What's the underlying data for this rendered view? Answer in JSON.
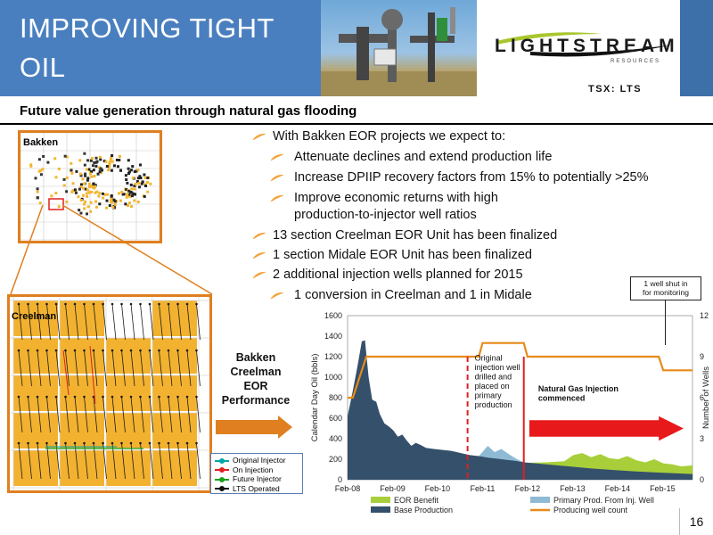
{
  "header": {
    "title_line1": "IMPROVING TIGHT OIL",
    "title_line2": "RECOVERIES",
    "logo_text": "LIGHTSTREAM",
    "logo_sub": "RESOURCES",
    "ticker": "TSX: LTS"
  },
  "subtitle": "Future value generation through natural gas flooding",
  "maps": {
    "bakken_label": "Bakken",
    "creelman_label": "Creelman",
    "legend": [
      {
        "label": "Original Injector",
        "color": "#00a6a6"
      },
      {
        "label": "On Injection",
        "color": "#e02020"
      },
      {
        "label": "Future Injector",
        "color": "#1aa11a"
      },
      {
        "label": "LTS Operated",
        "color": "#111111"
      }
    ]
  },
  "bullets": [
    {
      "text": "With Bakken EOR projects we expect to:",
      "level": 1
    },
    {
      "text": "Attenuate declines and extend production life",
      "level": 2
    },
    {
      "text": "Increase DPIIP recovery factors from 15% to potentially >25%",
      "level": 2
    },
    {
      "text": "Improve economic returns with high",
      "level": 2
    },
    {
      "text": "production-to-injector well ratios",
      "level": 3
    },
    {
      "text": "13 section Creelman EOR Unit has been finalized",
      "level": 1
    },
    {
      "text": "1 section Midale EOR Unit has been finalized",
      "level": 1
    },
    {
      "text": "2 additional injection wells planned for 2015",
      "level": 1
    },
    {
      "text": "1 conversion in Creelman and 1 in Midale",
      "level": 2
    }
  ],
  "perf_label": [
    "Bakken",
    "Creelman",
    "EOR",
    "Performance"
  ],
  "callout": [
    "1 well shut in",
    "for monitoring"
  ],
  "page_number": "16",
  "colors": {
    "header_blue": "#3d6fa8",
    "accent_orange": "#e07f1f",
    "base_production": "#34506b",
    "eor_benefit": "#a8cf3a",
    "primary_prod": "#8fbad4",
    "well_count": "#e88a1a",
    "marker_red": "#e02020"
  },
  "chart_data": {
    "type": "area",
    "ylabel": "Calendar Day Oil (bbls)",
    "y2label": "Number of Wells",
    "ylim": [
      0,
      1600
    ],
    "y_ticks": [
      0,
      200,
      400,
      600,
      800,
      1000,
      1200,
      1400,
      1600
    ],
    "y2lim": [
      0,
      12
    ],
    "y2_ticks": [
      0,
      3,
      6,
      9,
      12
    ],
    "xlim": [
      2008.083,
      2015.75
    ],
    "x_ticks": [
      {
        "label": "Feb-08",
        "t": 2008.083
      },
      {
        "label": "Feb-09",
        "t": 2009.083
      },
      {
        "label": "Feb-10",
        "t": 2010.083
      },
      {
        "label": "Feb-11",
        "t": 2011.083
      },
      {
        "label": "Feb-12",
        "t": 2012.083
      },
      {
        "label": "Feb-13",
        "t": 2013.083
      },
      {
        "label": "Feb-14",
        "t": 2014.083
      },
      {
        "label": "Feb-15",
        "t": 2015.083
      }
    ],
    "series": [
      {
        "name": "Base Production",
        "t": [
          2008.083,
          2008.2,
          2008.3,
          2008.4,
          2008.47,
          2008.55,
          2008.63,
          2008.72,
          2008.8,
          2008.9,
          2009.0,
          2009.1,
          2009.2,
          2009.3,
          2009.4,
          2009.5,
          2009.6,
          2009.7,
          2009.83,
          2010.0,
          2010.2,
          2010.4,
          2010.6,
          2010.8,
          2011.0,
          2011.2,
          2011.4,
          2011.6,
          2011.8,
          2012.0,
          2012.5,
          2013.0,
          2013.5,
          2014.0,
          2014.5,
          2015.0,
          2015.5,
          2015.75
        ],
        "values": [
          620,
          870,
          1100,
          1350,
          1360,
          1000,
          780,
          760,
          640,
          550,
          520,
          480,
          420,
          440,
          380,
          330,
          360,
          340,
          310,
          300,
          290,
          280,
          260,
          240,
          230,
          215,
          205,
          195,
          185,
          170,
          150,
          130,
          110,
          95,
          80,
          70,
          60,
          55
        ]
      },
      {
        "name": "Primary Prod. From Inj. Well",
        "t": [
          2011.0,
          2011.2,
          2011.35,
          2011.5,
          2011.7,
          2011.85,
          2012.0
        ],
        "values": [
          230,
          330,
          270,
          300,
          240,
          200,
          170
        ]
      },
      {
        "name": "EOR Benefit",
        "t": [
          2012.083,
          2012.5,
          2012.9,
          2013.1,
          2013.3,
          2013.5,
          2013.7,
          2013.9,
          2014.1,
          2014.3,
          2014.5,
          2014.7,
          2014.9,
          2015.1,
          2015.3,
          2015.5,
          2015.75
        ],
        "values": [
          165,
          170,
          180,
          240,
          260,
          220,
          250,
          210,
          200,
          230,
          190,
          170,
          200,
          160,
          150,
          130,
          140
        ]
      },
      {
        "name": "Producing well count",
        "axis": "right",
        "t": [
          2008.083,
          2008.2,
          2008.3,
          2008.4,
          2008.5,
          2011.0,
          2011.083,
          2012.0,
          2012.083,
          2015.0,
          2015.1,
          2015.75
        ],
        "values": [
          6,
          6,
          7,
          8,
          9,
          9,
          10,
          10,
          9,
          9,
          8,
          8
        ]
      }
    ],
    "markers": [
      {
        "t": 2010.75,
        "style": "dashed"
      },
      {
        "t": 2012.0,
        "style": "solid"
      }
    ],
    "annotations": [
      {
        "text": [
          "Original",
          "injection well",
          "drilled and",
          "placed on",
          "primary",
          "production"
        ],
        "bold": false
      },
      {
        "text": [
          "Natural Gas Injection",
          "commenced"
        ],
        "bold": true
      }
    ]
  }
}
